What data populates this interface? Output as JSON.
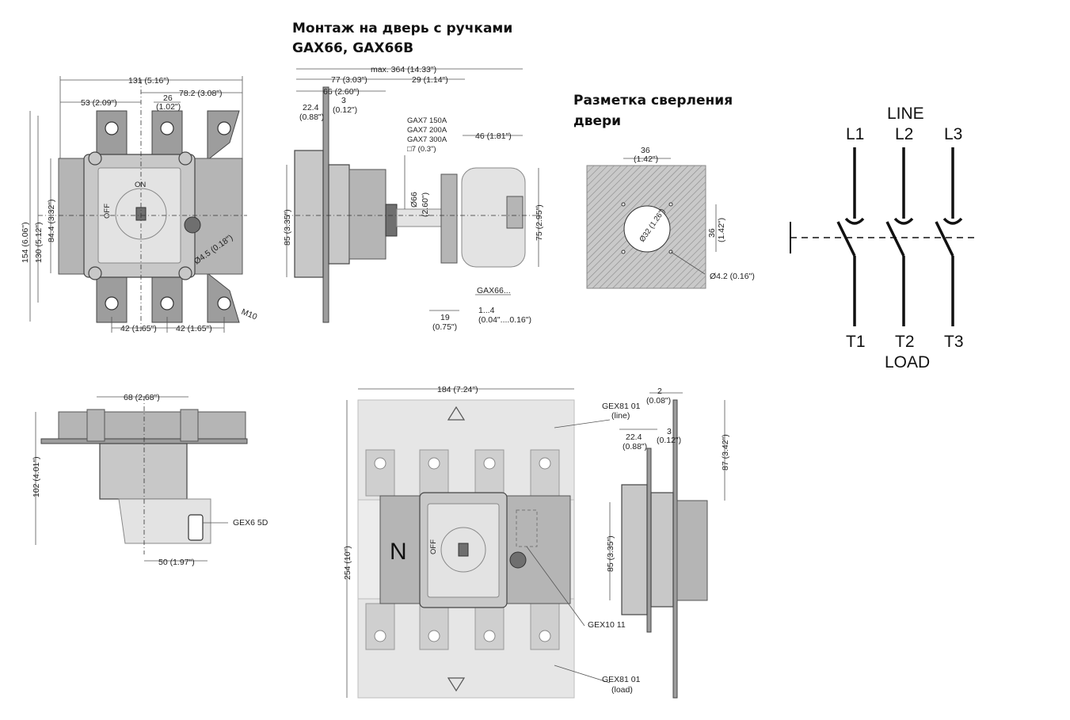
{
  "titles": {
    "door_mount_line1": "Монтаж на дверь с ручками",
    "door_mount_line2": "GAX66, GAX66B",
    "drilling_line1": "Разметка сверления",
    "drilling_line2": "двери"
  },
  "front_view": {
    "dim_131": "131 (5.16\")",
    "dim_53": "53 (2.09\")",
    "dim_78_2": "78.2 (3.08\")",
    "dim_26_a": "26",
    "dim_26_b": "(1.02\")",
    "dim_154": "154 (6.06\")",
    "dim_130": "130 (5.12\")",
    "dim_84_4": "84.4 (3.32\")",
    "dim_phi45": "Ø4.5 (0.18\")",
    "dim_m10": "M10",
    "dim_42a": "42 (1.65\")",
    "dim_42b": "42 (1.65\")",
    "on_label": "ON",
    "off_label": "OFF"
  },
  "side_view": {
    "dim_max364": "max. 364 (14.33\")",
    "dim_77": "77 (3.03\")",
    "dim_29": "29 (1.14\")",
    "dim_66": "66 (2.60\")",
    "dim_22_4_a": "22.4",
    "dim_22_4_b": "(0.88\")",
    "dim_3_a": "3",
    "dim_3_b": "(0.12\")",
    "gax7_1": "GAX7 150A",
    "gax7_2": "GAX7 200A",
    "gax7_3": "GAX7 300A",
    "gax7_sq": "□7 (0.3\")",
    "dim_46": "46 (1.81\")",
    "dim_phi66_a": "Ø66",
    "dim_phi66_b": "(2.60\")",
    "dim_85": "85 (3.35\")",
    "dim_75": "75 (2.95\")",
    "gax66": "GAX66...",
    "dim_19_a": "19",
    "dim_19_b": "(0.75\")",
    "dim_1_4_a": "1...4",
    "dim_1_4_b": "(0.04\"....0.16\")"
  },
  "drilling": {
    "dim_36_top_a": "36",
    "dim_36_top_b": "(1.42\")",
    "dim_36_side_a": "36",
    "dim_36_side_b": "(1.42\")",
    "dim_phi32": "Ø32 (1.26\")",
    "dim_phi42": "Ø4.2 (0.16\")"
  },
  "schematic": {
    "line": "LINE",
    "load": "LOAD",
    "top_labels": [
      "L1",
      "L2",
      "L3"
    ],
    "bottom_labels": [
      "T1",
      "T2",
      "T3"
    ]
  },
  "top_view": {
    "dim_68": "68 (2.68\")",
    "dim_102": "102 (4.01\")",
    "dim_50": "50 (1.97\")",
    "gex6": "GEX6 5D"
  },
  "accessory_view": {
    "dim_184": "184 (7.24\")",
    "dim_254": "254 (10\")",
    "n_label": "N",
    "off_label": "OFF",
    "gex81_line_a": "GEX81 01",
    "gex81_line_b": "(line)",
    "gex81_load_a": "GEX81 01",
    "gex81_load_b": "(load)",
    "gex10": "GEX10 11",
    "dim_2_a": "2",
    "dim_2_b": "(0.08\")",
    "dim_22_4_a": "22.4",
    "dim_22_4_b": "(0.88\")",
    "dim_3_a": "3",
    "dim_3_b": "(0.12\")",
    "dim_87": "87 (3.42\")",
    "dim_85": "85 (3.35\")"
  }
}
